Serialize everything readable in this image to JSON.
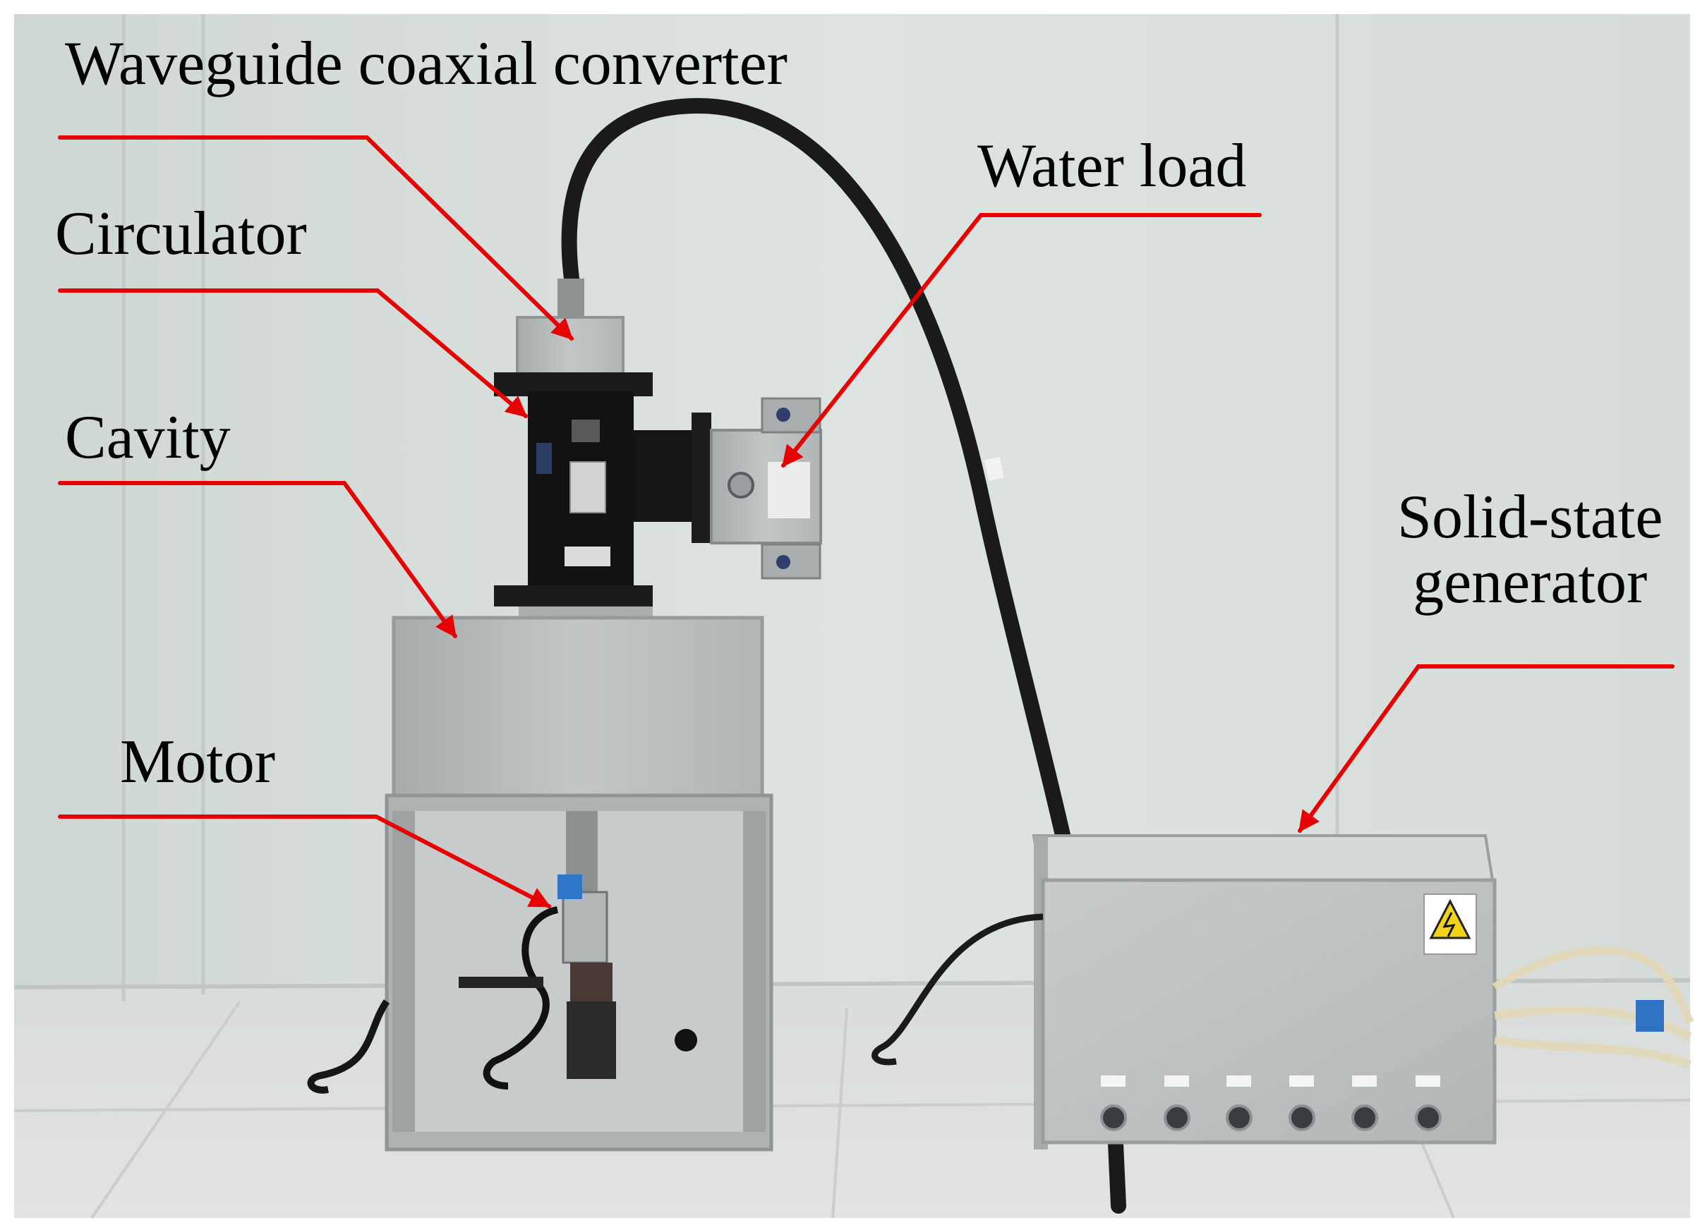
{
  "labels": {
    "waveguide": "Waveguide coaxial converter",
    "circulator": "Circulator",
    "cavity": "Cavity",
    "motor": "Motor",
    "water_load": "Water load",
    "solid_state_line1": "Solid-state",
    "solid_state_line2": "generator"
  },
  "colors": {
    "annotation": "#e60000",
    "wall": "#d5dcd9",
    "floor": "#dcdfdd",
    "metal": "#b9bdbd",
    "waveguide_body": "#121212",
    "cable": "#1a1a1a"
  },
  "icons": {
    "warning": "warning-triangle-icon"
  }
}
